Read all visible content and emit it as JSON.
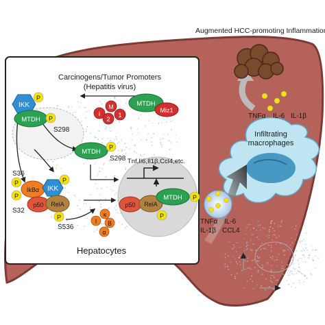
{
  "title": "Augmented HCC-promoting Inflammation",
  "inset": {
    "header_line1": "Carcinogens/Tumor Promoters",
    "header_line2": "(Hepatitis virus)",
    "footer": "Hepatocytes"
  },
  "proteins": {
    "ikk": "IKK",
    "mtdh": "MTDH",
    "miz1": "Miz1",
    "ikba": "IkBα",
    "p50": "p50",
    "rela": "RelA",
    "phos": "P"
  },
  "sites": {
    "s298_a": "S298",
    "s298_b": "S298",
    "s36": "S36",
    "s32": "S32",
    "s536": "S536"
  },
  "subunits": {
    "i": "i",
    "m": "M",
    "one": "1",
    "two": "2"
  },
  "nfkb_sub": {
    "i": "I",
    "k": "κ",
    "b": "B",
    "a": "α"
  },
  "gene_targets": "Tnf,Il6,Il1β,Ccl4,etc.",
  "cytokines_out": {
    "tnfa": "TNFα",
    "il6": "IL-6",
    "il1b": "IL-1β"
  },
  "cytokines_in": {
    "tnfa": "TNFα",
    "il6": "IL-6",
    "il1b": "IL-1β",
    "ccl4": "CCL4"
  },
  "macrophage_label": {
    "line1": "Infiltrating",
    "line2": "macrophages"
  },
  "colors": {
    "liver": "#b5625a",
    "liver_edge": "#7c3a34",
    "ikk": "#2e8fd6",
    "mtdh": "#2da152",
    "miz1": "#d32f2f",
    "phos": "#f5e400",
    "ikba": "#f07d22",
    "p50": "#e0553a",
    "rela": "#b0813f",
    "macrophage": "#bfe4f2",
    "tumor": "#7a4a2c"
  }
}
